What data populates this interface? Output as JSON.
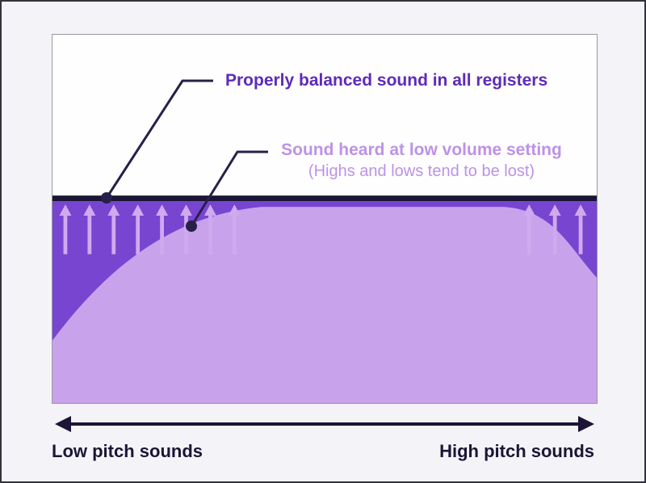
{
  "figure": {
    "callouts": {
      "balanced": "Properly balanced sound in all registers",
      "low_volume": "Sound heard at low volume setting",
      "low_volume_note": "(Highs and lows tend to be lost)"
    },
    "axis": {
      "left": "Low pitch sounds",
      "right": "High pitch sounds"
    },
    "colors": {
      "balanced_line": "#1c1536",
      "callout_line": "#272048",
      "balanced_label_text": "#5e2bb8",
      "low_volume_label_text": "#bd92e6",
      "region_dark_purple": "#7845d1",
      "region_light_purple": "#c9a2ec",
      "axis_text": "#1c1536"
    }
  }
}
